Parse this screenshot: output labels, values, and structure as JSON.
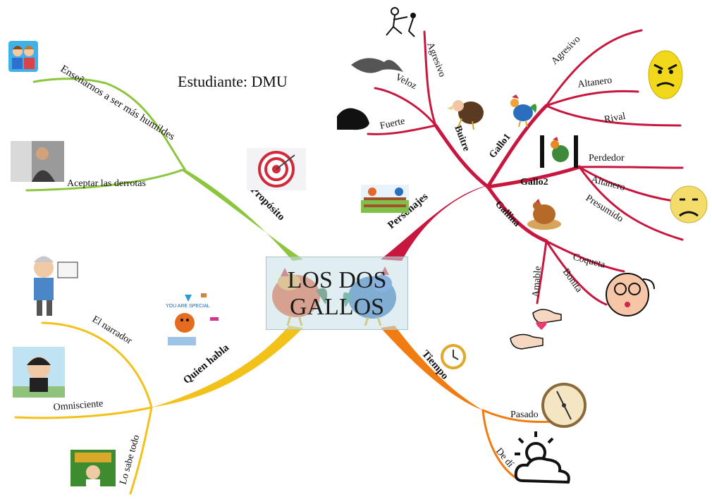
{
  "student_label": "Estudiante: DMU",
  "center_title": "LOS DOS GALLOS",
  "branches": {
    "proposito": {
      "label": "Propósito",
      "color": "#8cc63f",
      "children": [
        "Enseñarnos a ser más humildes",
        "Aceptar las derrotas"
      ]
    },
    "personajes": {
      "label": "Personajes",
      "color": "#c8173f",
      "buitre": {
        "label": "Buitre",
        "children": [
          "Agresivo",
          "Veloz",
          "Fuerte"
        ]
      },
      "gallo1": {
        "label": "Gallo1",
        "children": [
          "Agresivo",
          "Altanero",
          "Rival"
        ]
      },
      "gallo2": {
        "label": "Gallo2",
        "children": [
          "Perdedor",
          "Altanero",
          "Presumido"
        ]
      },
      "gallina": {
        "label": "Gallina",
        "children": [
          "Coqueta",
          "Bonita",
          "Amable"
        ]
      }
    },
    "quien_habla": {
      "label": "Quien habla",
      "color": "#f2c21b",
      "children": [
        "El narrador",
        "Omnisciente",
        "Lo sabe todo"
      ]
    },
    "tiempo": {
      "label": "Tiempo",
      "color": "#f07c12",
      "children": [
        "Pasado",
        "De día"
      ]
    }
  },
  "icons": [
    "kids-icon",
    "thinking-man-icon",
    "target-icon",
    "teacher-icon",
    "narrator-icon",
    "people-icon",
    "kid-star-icon",
    "vulture-icon",
    "bird-icon",
    "arm-icon",
    "fighter-icon",
    "rooster-icon",
    "angry-face-icon",
    "sad-face-icon",
    "hen-icon",
    "roosters-fence-icon",
    "baby-face-icon",
    "hands-heart-icon",
    "clock-icon",
    "compass-icon",
    "sun-cloud-icon"
  ]
}
